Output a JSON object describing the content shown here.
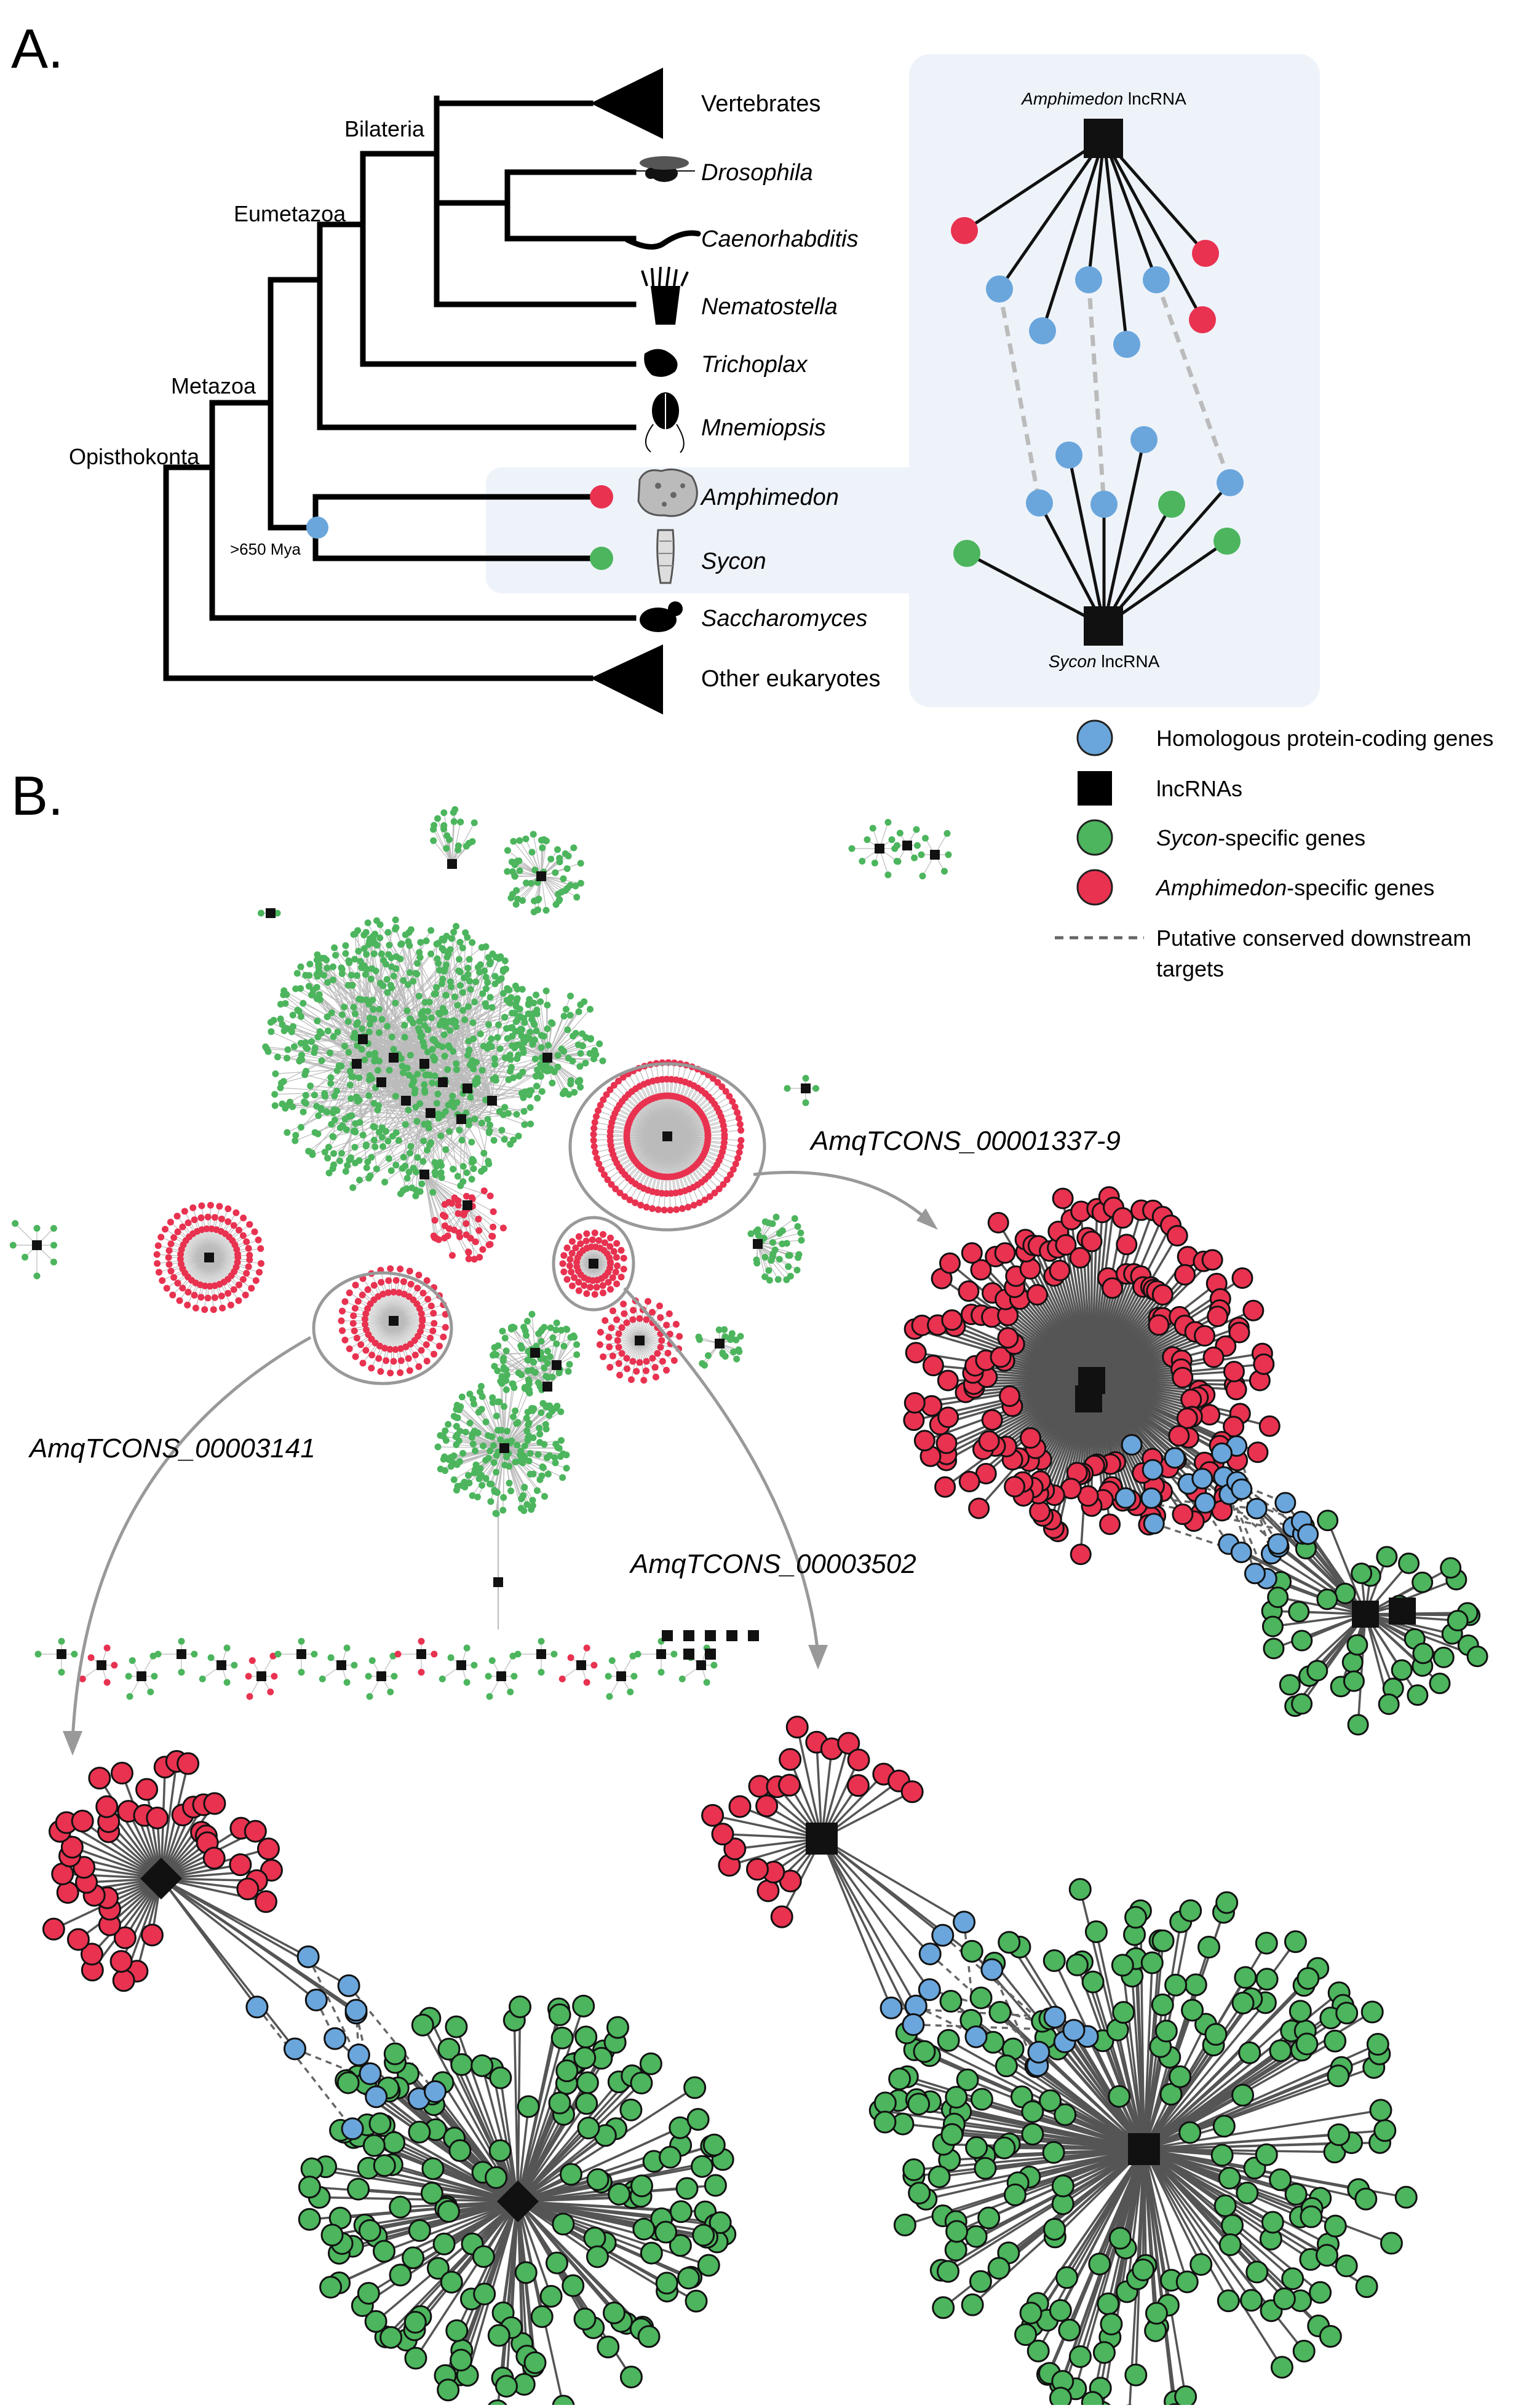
{
  "panel_a": {
    "label": "A.",
    "clades": {
      "opisthokonta": "Opisthokonta",
      "metazoa": "Metazoa",
      "eumetazoa": "Eumetazoa",
      "bilateria": "Bilateria"
    },
    "divergence_note": ">650 Mya",
    "taxa": [
      {
        "name": "Vertebrates",
        "italic": false,
        "icon": "triangle-collapsed-clade"
      },
      {
        "name": "Drosophila",
        "italic": true,
        "icon": "fly-icon"
      },
      {
        "name": "Caenorhabditis",
        "italic": true,
        "icon": "worm-icon"
      },
      {
        "name": "Nematostella",
        "italic": true,
        "icon": "anemone-icon"
      },
      {
        "name": "Trichoplax",
        "italic": true,
        "icon": "placozoan-icon"
      },
      {
        "name": "Mnemiopsis",
        "italic": true,
        "icon": "ctenophore-icon"
      },
      {
        "name": "Amphimedon",
        "italic": true,
        "icon": "sponge-icon"
      },
      {
        "name": "Sycon",
        "italic": true,
        "icon": "calcareous-sponge-icon"
      },
      {
        "name": "Saccharomyces",
        "italic": true,
        "icon": "yeast-icon"
      },
      {
        "name": "Other eukaryotes",
        "italic": false,
        "icon": "triangle-collapsed-clade"
      }
    ],
    "schematic": {
      "top_node": {
        "italic": "Amphimedon",
        "rest": " lncRNA"
      },
      "bottom_node": {
        "italic": "Sycon",
        "rest": " lncRNA"
      }
    }
  },
  "panel_b": {
    "label": "B.",
    "legend": [
      {
        "shape": "circle",
        "color": "#6aa6dc",
        "text": "Homologous protein-coding genes",
        "italic_prefix": ""
      },
      {
        "shape": "square",
        "color": "#000000",
        "text": "lncRNAs",
        "italic_prefix": ""
      },
      {
        "shape": "circle",
        "color": "#4cb55d",
        "italic_prefix": "Sycon",
        "text": "-specific genes"
      },
      {
        "shape": "circle",
        "color": "#e83250",
        "italic_prefix": "Amphimedon",
        "text": "-specific genes"
      },
      {
        "shape": "dashed-line",
        "color": "#666666",
        "text": "Putative conserved downstream",
        "text2": "targets",
        "italic_prefix": ""
      }
    ],
    "zoom_labels": {
      "c1337": "AmqTCONS_00001337-9",
      "c3141": "AmqTCONS_00003141",
      "c3502": "AmqTCONS_00003502"
    }
  },
  "colors": {
    "homolog": "#6aa6dc",
    "lncrna": "#000000",
    "sycon": "#4cb55d",
    "amphimedon": "#e83250",
    "schematic_bg": "#eef3fa",
    "edge": "#555555",
    "dashed": "#666666"
  }
}
